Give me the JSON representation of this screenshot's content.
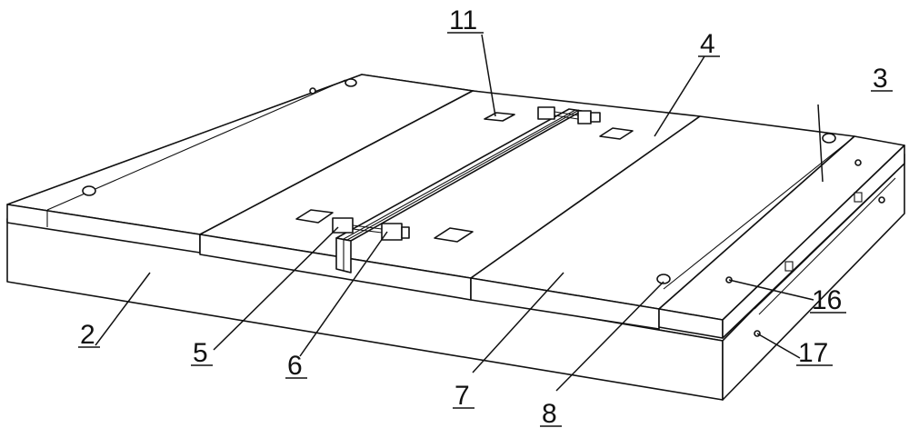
{
  "callouts": [
    {
      "id": "part-2",
      "text": "2"
    },
    {
      "id": "part-3",
      "text": "3"
    },
    {
      "id": "part-4",
      "text": "4"
    },
    {
      "id": "part-5",
      "text": "5"
    },
    {
      "id": "part-6",
      "text": "6"
    },
    {
      "id": "part-7",
      "text": "7"
    },
    {
      "id": "part-8",
      "text": "8"
    },
    {
      "id": "part-11",
      "text": "11"
    },
    {
      "id": "part-16",
      "text": "16"
    },
    {
      "id": "part-17",
      "text": "17"
    }
  ]
}
